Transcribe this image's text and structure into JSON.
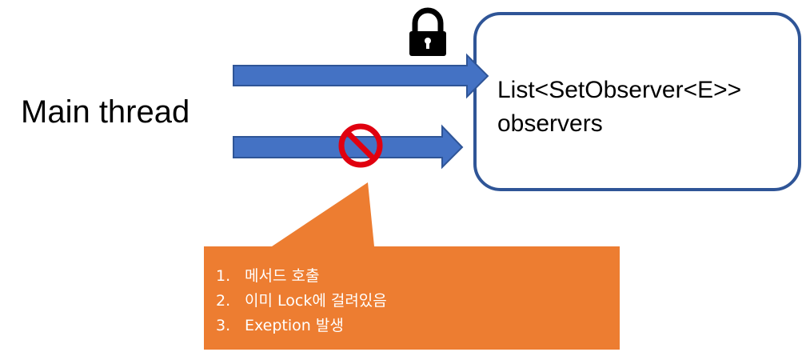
{
  "diagram": {
    "main_label": "Main thread",
    "target_box": {
      "line1": "List<SetObserver<E>>",
      "line2": "observers"
    },
    "callout": {
      "items": [
        {
          "number": "1.",
          "text": "메서드 호출"
        },
        {
          "number": "2.",
          "text": "이미 Lock에 걸려있음"
        },
        {
          "number": "3.",
          "text": "Exeption 발생"
        }
      ]
    },
    "icons": {
      "top_arrow": "lock-icon",
      "bottom_arrow": "prohibited-icon"
    },
    "colors": {
      "arrow_fill": "#4472C4",
      "arrow_stroke": "#2F5597",
      "box_border": "#2F5597",
      "callout_fill": "#ED7D31",
      "prohibited": "#E0000F",
      "lock": "#000000"
    }
  }
}
